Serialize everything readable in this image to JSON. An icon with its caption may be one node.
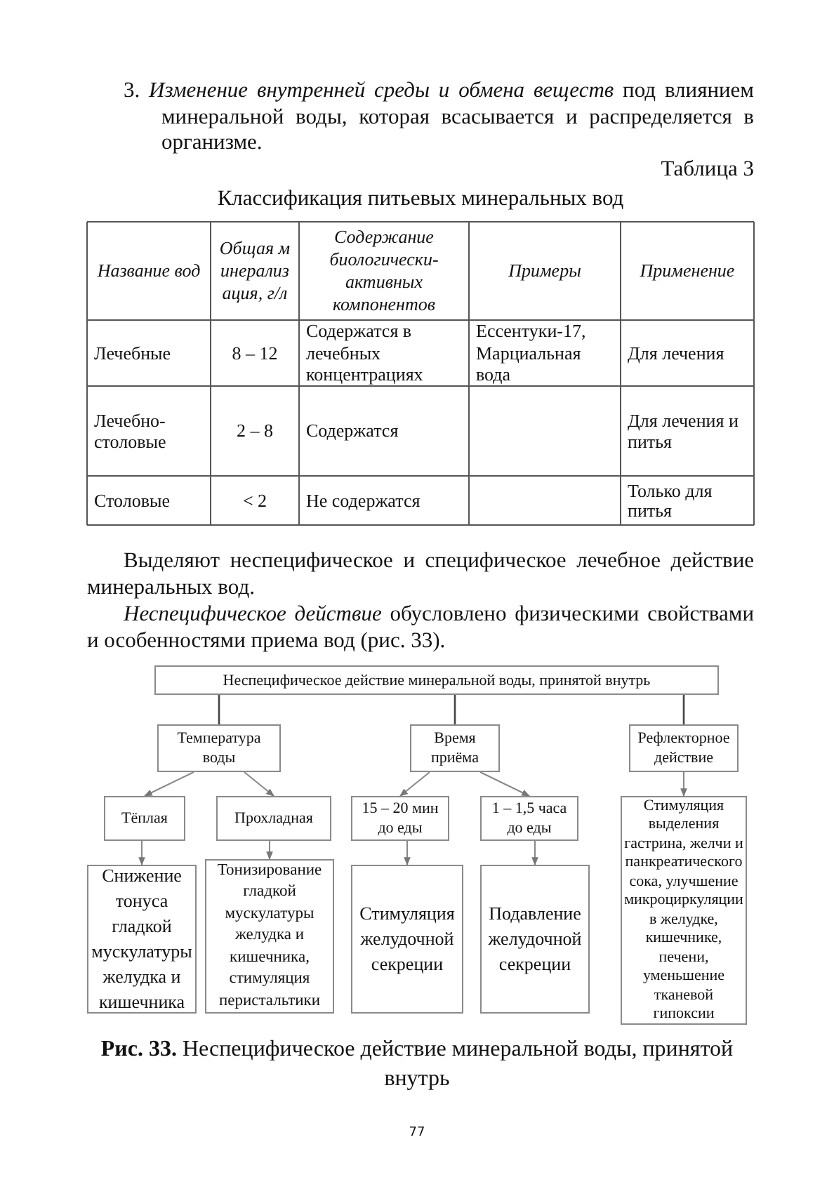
{
  "diagram": {
    "caption": "**Рис. 33.** Неспецифическое действие минеральной воды, принятой внутрь",
    "nodes": [
      {
        "text": [
          "Неспецифическое действие минеральной воды, принятой внутрь"
        ]
      },
      {
        "text": [
          "Температура воды"
        ]
      },
      {
        "text": [
          "Время приёма"
        ]
      },
      {
        "text": [
          "Рефлекторное действие"
        ]
      },
      {
        "text": [
          "Тёплая"
        ]
      },
      {
        "text": [
          "Прохладная"
        ]
      },
      {
        "text": [
          "15 – 20 мин до еды"
        ]
      },
      {
        "text": [
          "1 – 1,5 часа до еды"
        ]
      },
      {
        "text": [
          "Снижение тонуса гладкой мускулатуры желудка и кишечника"
        ]
      },
      {
        "text": [
          "Тонизирование гладкой мускулатуры желудка и кишечника, стимуляция перистальтики"
        ]
      },
      {
        "text": [
          "Стимуляция желудочной секреции"
        ]
      },
      {
        "text": [
          "Подавление желудочной секреции"
        ]
      },
      {
        "text": [
          "Стимуляция выделения гастрина, желчи и панкреатического сока, улучшение микроциркуляции в желудке, кишечнике, печени, уменьшение тканевой гипоксии"
        ]
      }
    ],
    "edges": [
      {
        "from": 0,
        "to": 1,
        "arrow": "none"
      },
      {
        "from": 0,
        "to": 2,
        "arrow": "none"
      },
      {
        "from": 0,
        "to": 3,
        "arrow": "none"
      },
      {
        "from": 1,
        "to": 4,
        "arrow": "to"
      },
      {
        "from": 1,
        "to": 5,
        "arrow": "to"
      },
      {
        "from": 2,
        "to": 6,
        "arrow": "to"
      },
      {
        "from": 2,
        "to": 7,
        "arrow": "to"
      },
      {
        "from": 3,
        "to": 12,
        "arrow": "to"
      },
      {
        "from": 4,
        "to": 8,
        "arrow": "to"
      },
      {
        "from": 5,
        "to": 9,
        "arrow": "to"
      },
      {
        "from": 6,
        "to": 10,
        "arrow": "to"
      },
      {
        "from": 7,
        "to": 11,
        "arrow": "to"
      }
    ],
    "labels": [
      "3. *Изменение внутренней среды и обмена веществ* под влиянием минеральной воды, которая всасывается и распределяется в организме.",
      "Таблица 3",
      "Классификация питьевых минеральных вод",
      "Название вод",
      "Общая минерализация, г/л",
      "Содержание биологически-активных компонентов",
      "Примеры",
      "Применение",
      "Лечебные",
      "8 – 12",
      "Содержатся в лечебных концентрациях",
      "Ессентуки-17, Марциальная вода",
      "Для лечения",
      "Лечебно-столовые",
      "2 – 8",
      "Содержатся",
      "Для лечения и питья",
      "Столовые",
      "< 2",
      "Не содержатся",
      "Только для питья",
      "Выделяют неспецифическое и специфическое лечебное действие минеральных вод.",
      "*Неспецифическое действие* обусловлено физическими свойствами и особенностями приема вод (рис. 33).",
      "77"
    ]
  }
}
